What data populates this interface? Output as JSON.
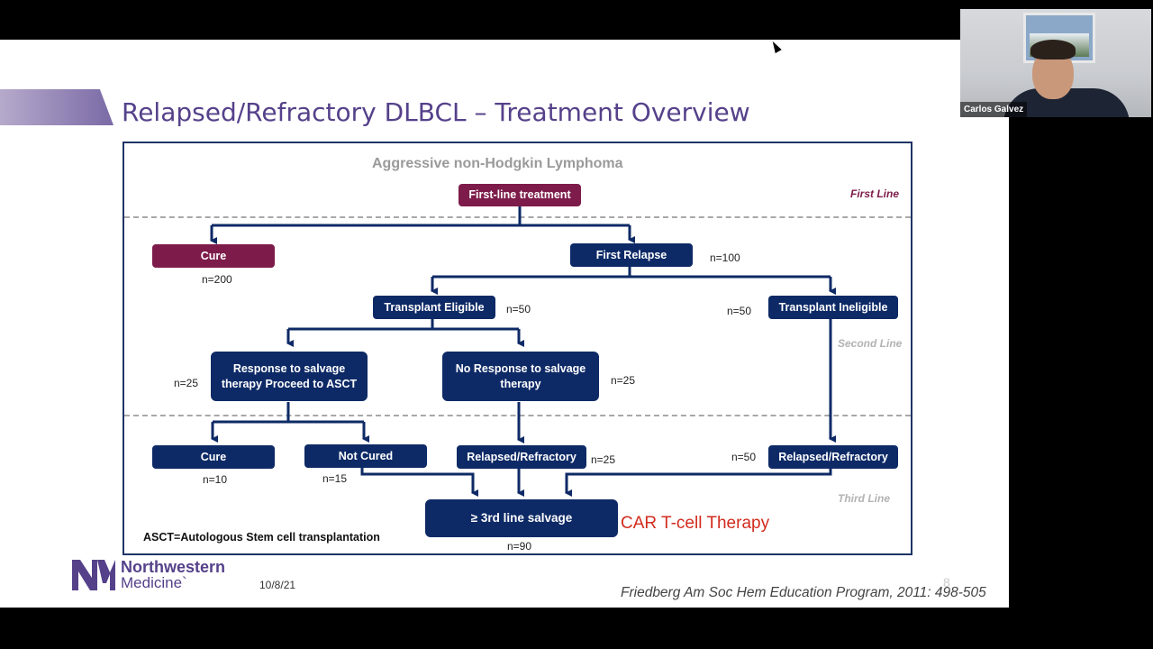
{
  "slide": {
    "title": "Relapsed/Refractory DLBCL – Treatment Overview",
    "date": "10/8/21",
    "page_number": "8",
    "citation": "Friedberg Am Soc Hem Education Program, 2011: 498-505",
    "logo": {
      "line1": "Northwestern",
      "line2": "Medicine`"
    }
  },
  "diagram": {
    "title": "Aggressive non-Hodgkin Lymphoma",
    "line_labels": {
      "first": "First Line",
      "second": "Second Line",
      "third": "Third Line"
    },
    "nodes": {
      "first_line_treatment": "First-line treatment",
      "cure_1": "Cure",
      "first_relapse": "First Relapse",
      "transplant_eligible": "Transplant Eligible",
      "transplant_ineligible": "Transplant Ineligible",
      "response_salvage": "Response to salvage therapy Proceed to ASCT",
      "no_response_salvage": "No Response to salvage therapy",
      "cure_2": "Cure",
      "not_cured": "Not Cured",
      "relapsed_refractory_1": "Relapsed/Refractory",
      "relapsed_refractory_2": "Relapsed/Refractory",
      "third_line_salvage": "≥ 3rd line salvage"
    },
    "counts": {
      "cure_1": "n=200",
      "first_relapse": "n=100",
      "transplant_eligible": "n=50",
      "transplant_ineligible": "n=50",
      "response_salvage": "n=25",
      "no_response_salvage": "n=25",
      "cure_2": "n=10",
      "not_cured": "n=15",
      "relapsed_refractory_1": "n=25",
      "relapsed_refractory_2": "n=50",
      "third_line_salvage": "n=90"
    },
    "footnote": "ASCT=Autologous Stem cell transplantation",
    "highlight": "CAR T-cell Therapy",
    "colors": {
      "navy": "#0e2a66",
      "maroon": "#7d1c4a",
      "highlight": "#d22b1e",
      "title_purple": "#55418a"
    }
  },
  "webcam": {
    "name": "Carlos Galvez"
  }
}
